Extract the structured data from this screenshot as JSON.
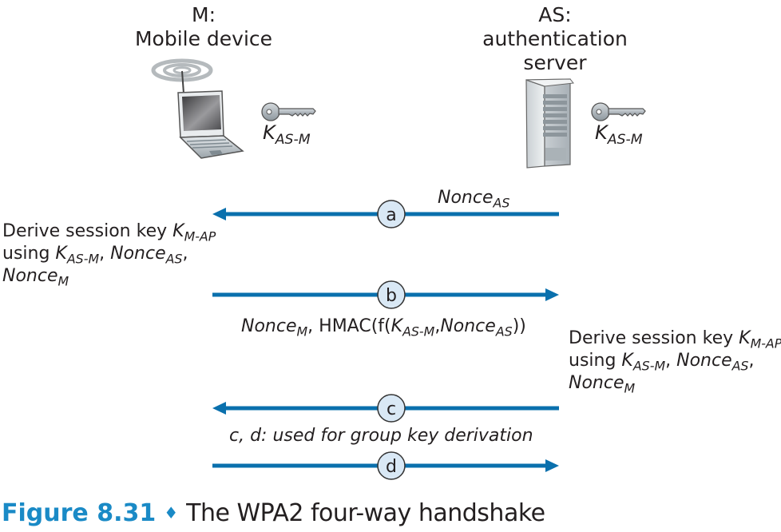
{
  "entities": {
    "mobile": {
      "line1": "M:",
      "line2": "Mobile device",
      "key_label": "K",
      "key_sub": "AS-M"
    },
    "server": {
      "line1": "AS:",
      "line2": "authentication",
      "line3": "server",
      "key_label": "K",
      "key_sub": "AS-M"
    }
  },
  "messages": [
    {
      "id": "a",
      "direction": "left"
    },
    {
      "id": "b",
      "direction": "right"
    },
    {
      "id": "c",
      "direction": "left"
    },
    {
      "id": "d",
      "direction": "right"
    }
  ],
  "message_labels": {
    "a": {
      "base": "Nonce",
      "sub": "AS"
    },
    "b": {
      "nonce": "Nonce",
      "nonce_sub": "M",
      "sep": ", HMAC(f(",
      "k": "K",
      "k_sub": "AS-M",
      "comma": ",",
      "nonce2": "Nonce",
      "nonce2_sub": "AS",
      "close": "))"
    },
    "cd": "c, d: used for group key derivation"
  },
  "derive_left": {
    "line1": "Derive session key ",
    "k": "K",
    "k_sub": "M-AP",
    "line2": "using ",
    "k2": "K",
    "k2_sub": "AS-M",
    "sep1": ", ",
    "n1": "Nonce",
    "n1_sub": "AS",
    "sep2": ",",
    "n2": "Nonce",
    "n2_sub": "M"
  },
  "derive_right": {
    "line1": "Derive session key ",
    "k": "K",
    "k_sub": "M-AP",
    "line2": "using ",
    "k2": "K",
    "k2_sub": "AS-M",
    "sep1": ", ",
    "n1": "Nonce",
    "n1_sub": "AS",
    "sep2": ",",
    "n2": "Nonce",
    "n2_sub": "M"
  },
  "caption": {
    "figure": "Figure 8.31",
    "diamond": "♦",
    "text": "The WPA2 four-way handshake"
  },
  "colors": {
    "arrow": "#0a70ad",
    "circle_fill": "#d9e8f5",
    "caption_blue": "#1a8ac6"
  }
}
